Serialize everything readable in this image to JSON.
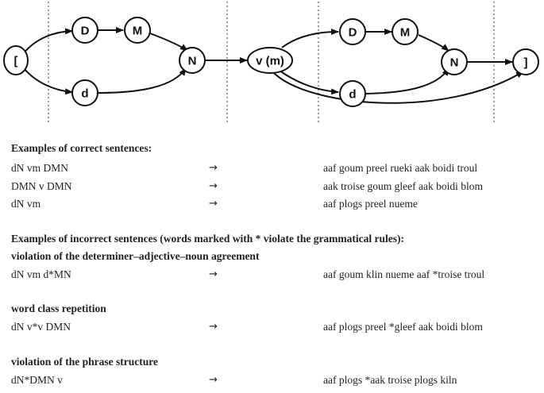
{
  "diagram": {
    "nodes": {
      "start": "[",
      "end": "]",
      "D1": "D",
      "M1": "M",
      "d1": "d",
      "N1": "N",
      "vm": "v (m)",
      "D2": "D",
      "M2": "M",
      "d2": "d",
      "N2": "N"
    }
  },
  "correct": {
    "heading": "Examples of correct sentences:",
    "rows": [
      {
        "pattern": "dN vm DMN",
        "arrow": "→",
        "sentence": "aaf goum preel rueki aak boidi troul"
      },
      {
        "pattern": "DMN v DMN",
        "arrow": "→",
        "sentence": "aak troise goum gleef aak boidi blom"
      },
      {
        "pattern": "dN vm",
        "arrow": "→",
        "sentence": "aaf plogs preel nueme"
      }
    ]
  },
  "incorrect": {
    "heading": "Examples of incorrect sentences (words marked with * violate the grammatical rules):",
    "groups": [
      {
        "title": "violation of the determiner–adjective–noun agreement",
        "pattern": "dN vm d*MN",
        "arrow": "→",
        "sentence": "aaf goum klin nueme aaf *troise troul"
      },
      {
        "title": "word class repetition",
        "pattern": "dN v*v DMN",
        "arrow": "→",
        "sentence": "aaf plogs preel *gleef aak boidi blom"
      },
      {
        "title": "violation of the phrase structure",
        "pattern": "dN*DMN v",
        "arrow": "→",
        "sentence": "aaf plogs *aak troise plogs kiln"
      }
    ]
  }
}
